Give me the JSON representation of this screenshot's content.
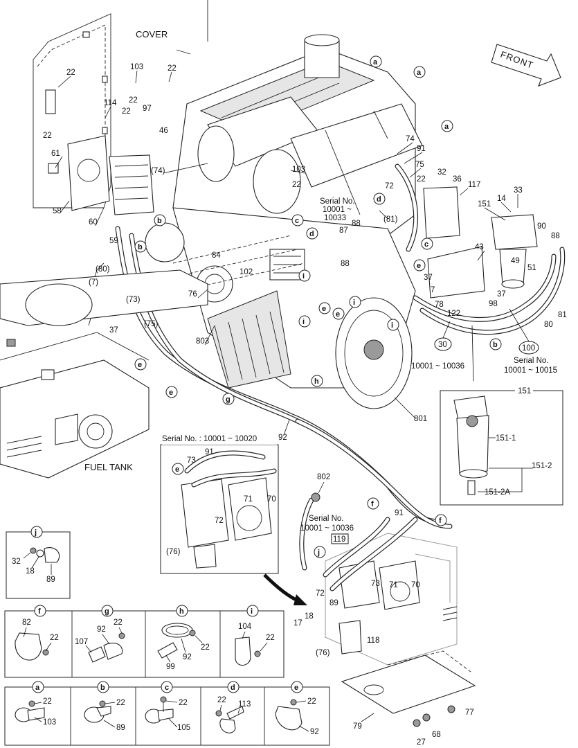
{
  "diagram": {
    "cover_label": "COVER",
    "front_label": "FRONT",
    "fuel_tank_label": "FUEL TANK",
    "serial_notes": {
      "s1_title": "Serial No.",
      "s1_range_a": "10001 ~",
      "s1_range_b": "10033",
      "s2_range": "10001 ~ 10036",
      "s3_title": "Serial No.",
      "s3_range": "10001 ~ 10015",
      "inset_title": "Serial No. : 10001 ~ 10020",
      "s4_title": "Serial No.",
      "s4_range": "10001 ~ 10036"
    },
    "main_labels": {
      "l22a": "22",
      "l22b": "22",
      "l22c": "22",
      "l22d": "22",
      "l22e": "22",
      "l22f": "22",
      "l22g": "22",
      "l103a": "103",
      "l103b": "103",
      "l97": "97",
      "l46": "46",
      "l114": "114",
      "l61": "61",
      "l58": "58",
      "l60": "60",
      "l59": "59",
      "l74p": "(74)",
      "l74": "74",
      "l91": "91",
      "l75": "75",
      "l72": "72",
      "l32": "32",
      "l36": "36",
      "l117": "117",
      "l33": "33",
      "l14": "14",
      "l151": "151",
      "l90": "90",
      "l88a": "88",
      "l49": "49",
      "l51": "51",
      "l43": "43",
      "l88b": "88",
      "l87": "87",
      "l81p": "(81)",
      "l88c": "88",
      "l80p": "(80)",
      "l7p": "(7)",
      "l73p": "(73)",
      "l75p": "(75)",
      "l76": "76",
      "l84": "84",
      "l102": "102",
      "l37a": "37",
      "l37b": "37",
      "l37c": "37",
      "l7": "7",
      "l78": "78",
      "l122": "122",
      "l98": "98",
      "l81": "81",
      "l80": "80",
      "l803": "803",
      "l801": "801",
      "l92": "92",
      "l30": "30",
      "l100": "100"
    },
    "filter_box": {
      "title": "151",
      "p1": "151-1",
      "p2": "151-2",
      "p3": "151-2A"
    },
    "inset_labels": {
      "l73": "73",
      "l91": "91",
      "l71": "71",
      "l70": "70",
      "l72": "72",
      "l76p": "(76)"
    },
    "lower_right": {
      "l802": "802",
      "l91": "91",
      "l119": "119",
      "l73": "73",
      "l71": "71",
      "l70": "70",
      "l72": "72",
      "l89": "89",
      "l17": "17",
      "l18": "18",
      "l76p": "(76)",
      "l118": "118",
      "l79": "79",
      "l77": "77",
      "l27": "27",
      "l68": "68"
    },
    "detail_j": {
      "key": "j",
      "l32": "32",
      "l18": "18",
      "l89": "89"
    },
    "details_row1": [
      {
        "key": "f",
        "a": "82",
        "b": "22"
      },
      {
        "key": "g",
        "a": "107",
        "b": "92",
        "c": "22"
      },
      {
        "key": "h",
        "a": "99",
        "b": "92",
        "c": "22"
      },
      {
        "key": "i",
        "a": "104",
        "b": "22"
      }
    ],
    "details_row2": [
      {
        "key": "a",
        "a": "22",
        "b": "103"
      },
      {
        "key": "b",
        "a": "22",
        "b": "89"
      },
      {
        "key": "c",
        "a": "22",
        "b": "105"
      },
      {
        "key": "d",
        "a": "22",
        "b": "113"
      },
      {
        "key": "e",
        "a": "22",
        "b": "92"
      }
    ],
    "circle_refs": {
      "a": "a",
      "b": "b",
      "c": "c",
      "d": "d",
      "e": "e",
      "f": "f",
      "g": "g",
      "h": "h",
      "i": "i",
      "j": "j"
    }
  }
}
